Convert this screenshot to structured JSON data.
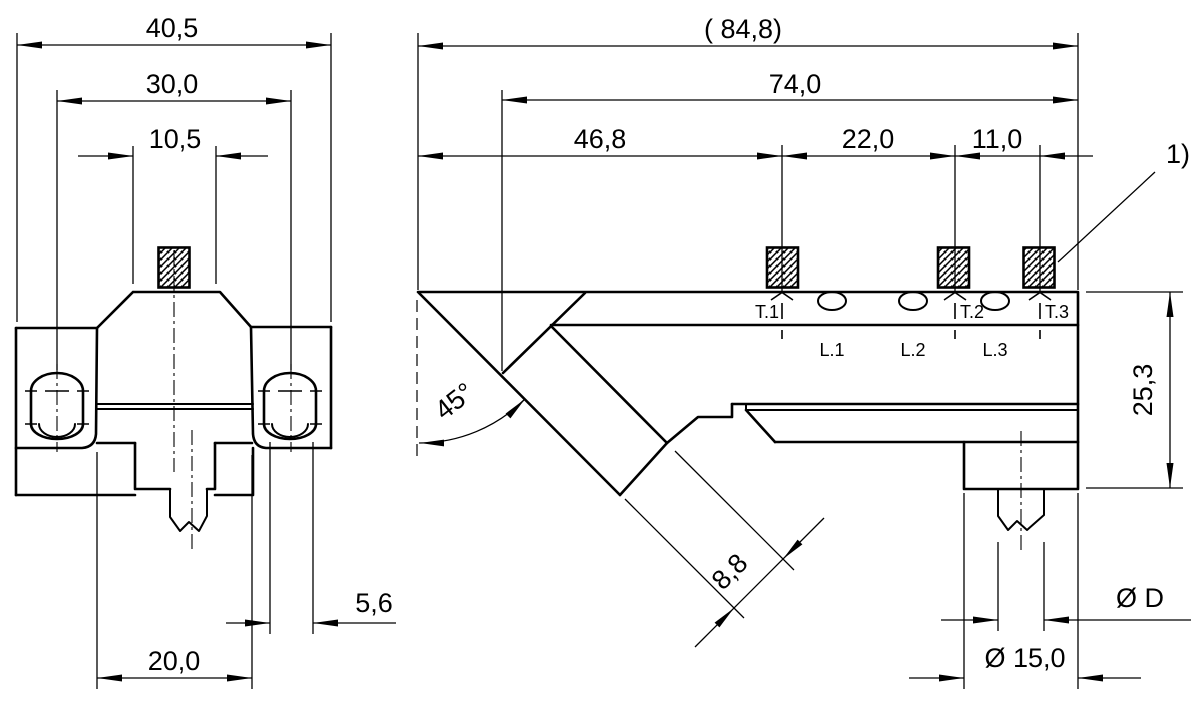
{
  "front_view": {
    "dim_overall_width": "40,5",
    "dim_hole_spacing": "30,0",
    "dim_top_face_width": "10,5",
    "dim_jaw_width": "20,0",
    "dim_slot_offset": "5,6"
  },
  "side_view": {
    "dim_total_length": "( 84,8)",
    "dim_body_length": "74,0",
    "dim_t1_position": "46,8",
    "dim_t1_t2_spacing": "22,0",
    "dim_t2_t3_spacing": "11,0",
    "dim_height": "25,3",
    "dim_bevel_angle": "45°",
    "dim_arm_width": "8,8",
    "dim_shaft_diameter": "Ø D",
    "dim_boss_diameter": "Ø 15,0",
    "footnote_marker": "1)",
    "test_points": [
      "T.1",
      "T.2",
      "T.3"
    ],
    "load_points": [
      "L.1",
      "L.2",
      "L.3"
    ]
  },
  "colors": {
    "line": "#000000",
    "background": "#ffffff"
  }
}
